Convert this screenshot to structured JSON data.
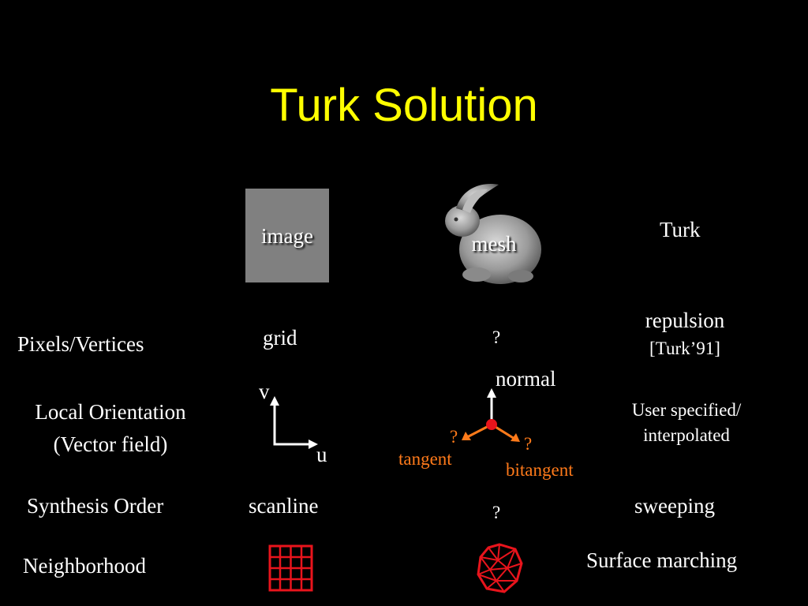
{
  "title": "Turk Solution",
  "columns": {
    "image": "image",
    "mesh": "mesh",
    "turk": "Turk"
  },
  "rows": {
    "pixels_vertices": {
      "label": "Pixels/Vertices",
      "image": "grid",
      "mesh": "?",
      "turk_line1": "repulsion",
      "turk_line2": "[Turk’91]"
    },
    "local_orientation": {
      "label_line1": "Local Orientation",
      "label_line2": "(Vector field)",
      "axis_v": "v",
      "axis_u": "u",
      "normal": "normal",
      "tangent_q": "?",
      "tangent": "tangent",
      "bitangent_q": "?",
      "bitangent": "bitangent",
      "turk_line1": "User specified/",
      "turk_line2": "interpolated"
    },
    "synthesis_order": {
      "label": "Synthesis Order",
      "image": "scanline",
      "mesh": "?",
      "turk": "sweeping"
    },
    "neighborhood": {
      "label": "Neighborhood",
      "turk": "Surface marching"
    }
  },
  "colors": {
    "title": "#ffff00",
    "accent_red": "#e8141c",
    "accent_orange": "#ff7a1a",
    "image_box": "#808080"
  },
  "icons": {
    "mesh_thumbnail": "bunny-icon",
    "grid_neighborhood": "grid-icon",
    "mesh_neighborhood": "mesh-patch-icon"
  }
}
